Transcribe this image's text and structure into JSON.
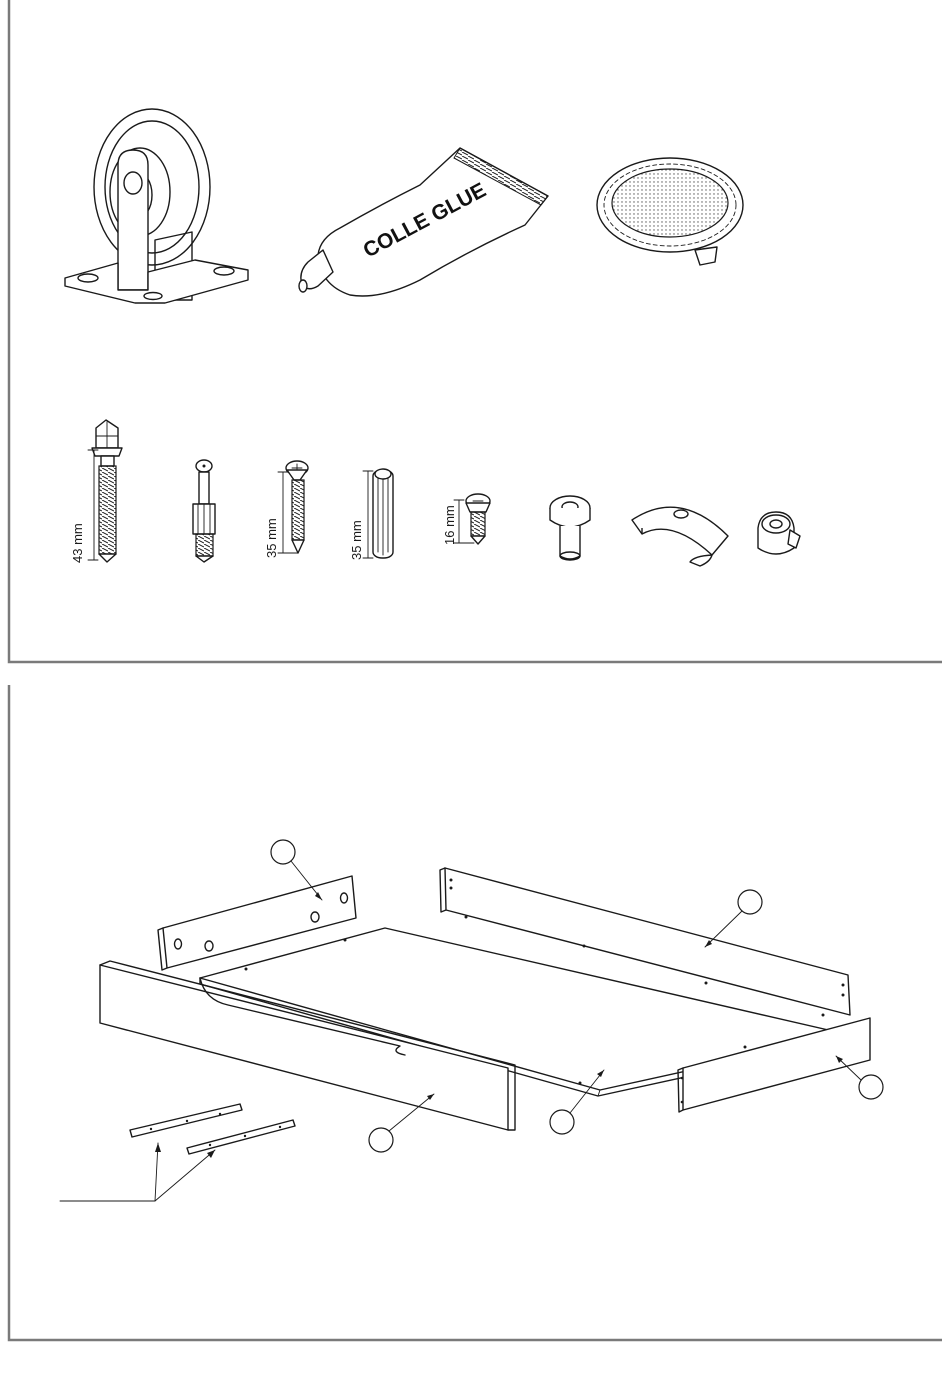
{
  "hardware": {
    "glue_label": "COLLE GLUE",
    "dim_cam_bolt": "43 mm",
    "dim_wood_screw": "35 mm",
    "dim_dowel": "35 mm",
    "dim_short_screw": "16 mm"
  },
  "colors": {
    "frame": "#7a7a7a",
    "line": "#1a1a1a",
    "background": "#ffffff"
  }
}
